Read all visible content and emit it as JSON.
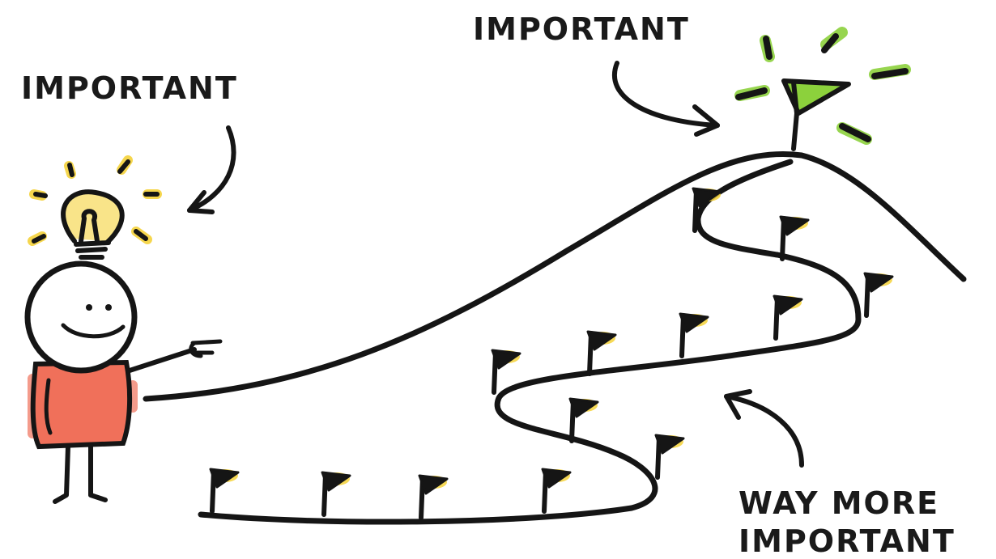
{
  "labels": {
    "left": "IMPORTANT",
    "top": "IMPORTANT",
    "bottom_line1": "WAY MORE",
    "bottom_line2": "IMPORTANT"
  },
  "colors": {
    "ink": "#151515",
    "shirt": "#f0705a",
    "highlight_yellow": "#f5d23a",
    "highlight_green": "#8cd13c"
  }
}
